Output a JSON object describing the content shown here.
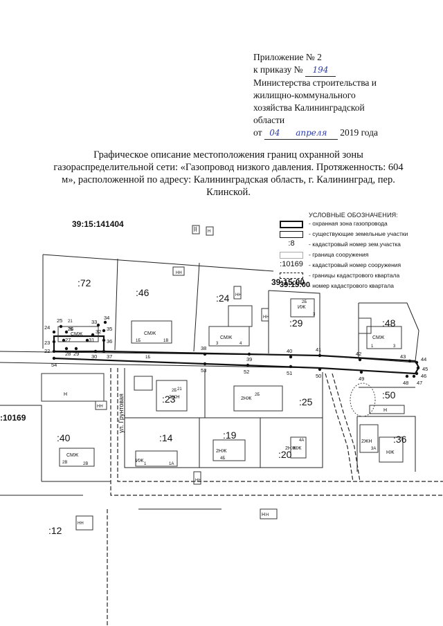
{
  "header": {
    "line1": "Приложение № 2",
    "order_prefix": "к приказу №",
    "order_number": "194",
    "line3": "Министерства строительства и",
    "line4": "жилищно-коммунального",
    "line5": "хозяйства Калининградской",
    "line6": "области",
    "date_prefix": "от",
    "date_day": "04",
    "date_month": "апреля",
    "date_year": "2019 года"
  },
  "title": "Графическое описание местоположения границ охранной зоны газораспределительной сети: «Газопровод низкого давления. Протяженность: 604 м», расположенной по адресу: Калининградская область, г. Калининград, пер. Клинской.",
  "legend": {
    "heading": "УСЛОВНЫЕ ОБОЗНАЧЕНИЯ:",
    "items": [
      {
        "symbol": "",
        "text": "- охранная зона газопровода"
      },
      {
        "symbol": "",
        "text": "- существующие земельные участки"
      },
      {
        "symbol": ":8",
        "text": "- кадастровый номер зем.участка"
      },
      {
        "symbol": "",
        "text": "- граница сооружения"
      },
      {
        "symbol": ":10169",
        "text": "- кадастровый номер сооружения"
      },
      {
        "symbol": "",
        "text": "- границы кадастрового квартала"
      },
      {
        "symbol": "39:15:00",
        "text": "- номер кадастрового квартала"
      }
    ]
  },
  "map": {
    "quarter_labels": [
      "39:15:141404",
      "39:15:00",
      ":10169"
    ],
    "street_label": "ул. Грунтовая",
    "parcels": [
      ":72",
      ":46",
      ":24",
      ":29",
      ":48",
      ":23",
      ":25",
      ":50",
      ":14",
      ":19",
      ":20",
      ":36",
      ":40",
      ":12"
    ],
    "buildings": [
      "СМЖ",
      "СМЖ",
      "ИЖ",
      "СМЖ",
      "СМЖ",
      "2ЖН",
      "2НЖ",
      "Н",
      "Н",
      "Н",
      "НН",
      "НН",
      "НН",
      "НН",
      "НН",
      "2НЖ",
      "ИЖ",
      "2НЖ",
      "НЖ",
      "2ЖН",
      "НЖ",
      "Н",
      "СМЖ",
      "Н",
      "Н",
      "НН",
      "Н"
    ],
    "building_marks": [
      "2Б",
      "1Б",
      "1В",
      "3",
      "4",
      "1",
      "3",
      "2Б",
      "1",
      "1А",
      "4Б",
      "2В",
      "3А",
      "1Б",
      "3",
      "2Б",
      "4А",
      "2В",
      "2Б",
      "21"
    ],
    "points": [
      "22",
      "23",
      "24",
      "25",
      "26",
      "27",
      "28",
      "29",
      "30",
      "31",
      "32",
      "33",
      "34",
      "35",
      "36",
      "37",
      "38",
      "39",
      "40",
      "41",
      "42",
      "43",
      "44",
      "45",
      "46",
      "47",
      "48",
      "49",
      "50",
      "51",
      "52",
      "53",
      "54"
    ],
    "handwritten_21": "21"
  }
}
